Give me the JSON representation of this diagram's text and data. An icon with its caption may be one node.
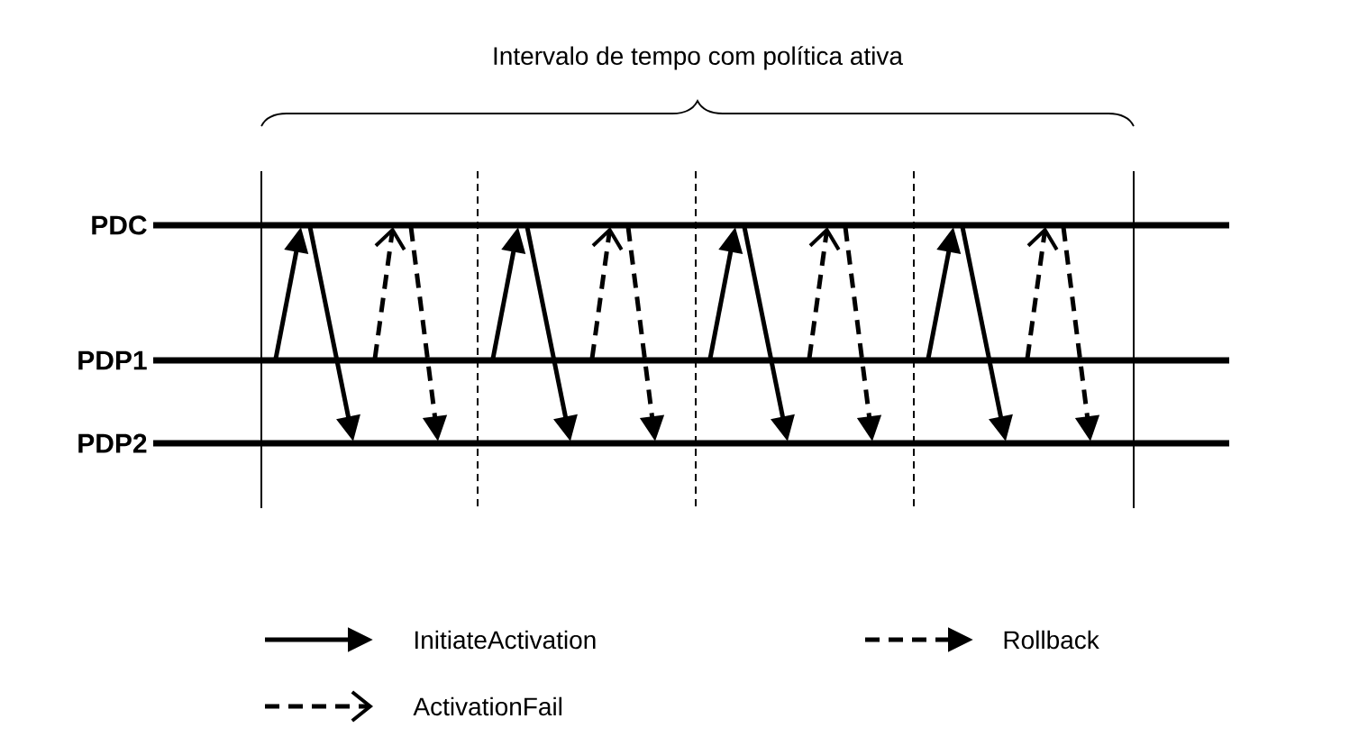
{
  "diagram": {
    "nodes": [
      {
        "text": [
          "PDC"
        ]
      },
      {
        "text": [
          "PDP1"
        ]
      },
      {
        "text": [
          "PDP2"
        ]
      }
    ],
    "edges": [
      {
        "from": 1,
        "to": 0,
        "arrow": "to"
      },
      {
        "from": 0,
        "to": 2,
        "arrow": "to"
      },
      {
        "from": 1,
        "to": 0,
        "arrow": "to",
        "style": "dashed"
      },
      {
        "from": 0,
        "to": 2,
        "arrow": "to",
        "style": "dashed"
      },
      {
        "from": 1,
        "to": 0,
        "arrow": "to"
      },
      {
        "from": 0,
        "to": 2,
        "arrow": "to"
      },
      {
        "from": 1,
        "to": 0,
        "arrow": "to",
        "style": "dashed"
      },
      {
        "from": 0,
        "to": 2,
        "arrow": "to",
        "style": "dashed"
      },
      {
        "from": 1,
        "to": 0,
        "arrow": "to"
      },
      {
        "from": 0,
        "to": 2,
        "arrow": "to"
      },
      {
        "from": 1,
        "to": 0,
        "arrow": "to",
        "style": "dashed"
      },
      {
        "from": 0,
        "to": 2,
        "arrow": "to",
        "style": "dashed"
      },
      {
        "from": 1,
        "to": 0,
        "arrow": "to"
      },
      {
        "from": 0,
        "to": 2,
        "arrow": "to"
      },
      {
        "from": 1,
        "to": 0,
        "arrow": "to",
        "style": "dashed"
      },
      {
        "from": 0,
        "to": 2,
        "arrow": "to",
        "style": "dashed"
      }
    ],
    "labels": [
      "Intervalo de tempo com política ativa"
    ],
    "legend": [
      {
        "text": "InitiateActivation"
      },
      {
        "text": "Rollback"
      },
      {
        "text": "ActivationFail"
      }
    ]
  }
}
